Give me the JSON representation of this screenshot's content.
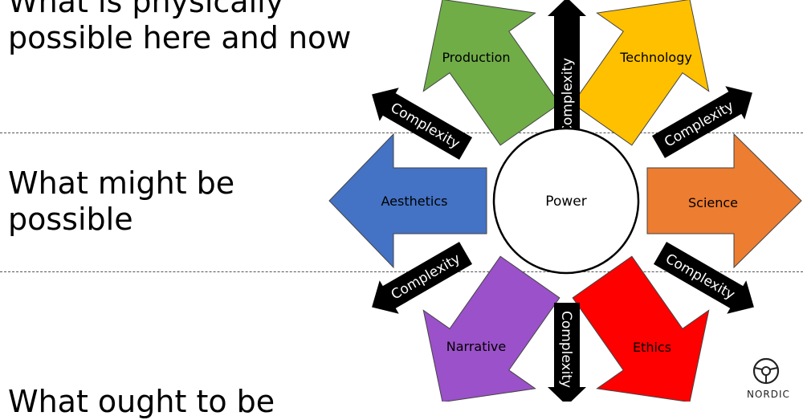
{
  "left_column": {
    "top_text": [
      "What is physically",
      "possible here and now"
    ],
    "middle_text": [
      "What might be",
      "possible"
    ],
    "bottom_text": [
      "What ought to be"
    ]
  },
  "diagram": {
    "center_label": "Power",
    "arrows": {
      "production": {
        "label": "Production",
        "color": "#70AD47"
      },
      "technology": {
        "label": "Technology",
        "color": "#FFC000"
      },
      "aesthetics": {
        "label": "Aesthetics",
        "color": "#4472C4"
      },
      "science": {
        "label": "Science",
        "color": "#ED7D31"
      },
      "narrative": {
        "label": "Narrative",
        "color": "#9B51C9"
      },
      "ethics": {
        "label": "Ethics",
        "color": "#FF0000"
      }
    },
    "complexity_label": "Complexity"
  },
  "logo": {
    "text": "NORDIC"
  }
}
